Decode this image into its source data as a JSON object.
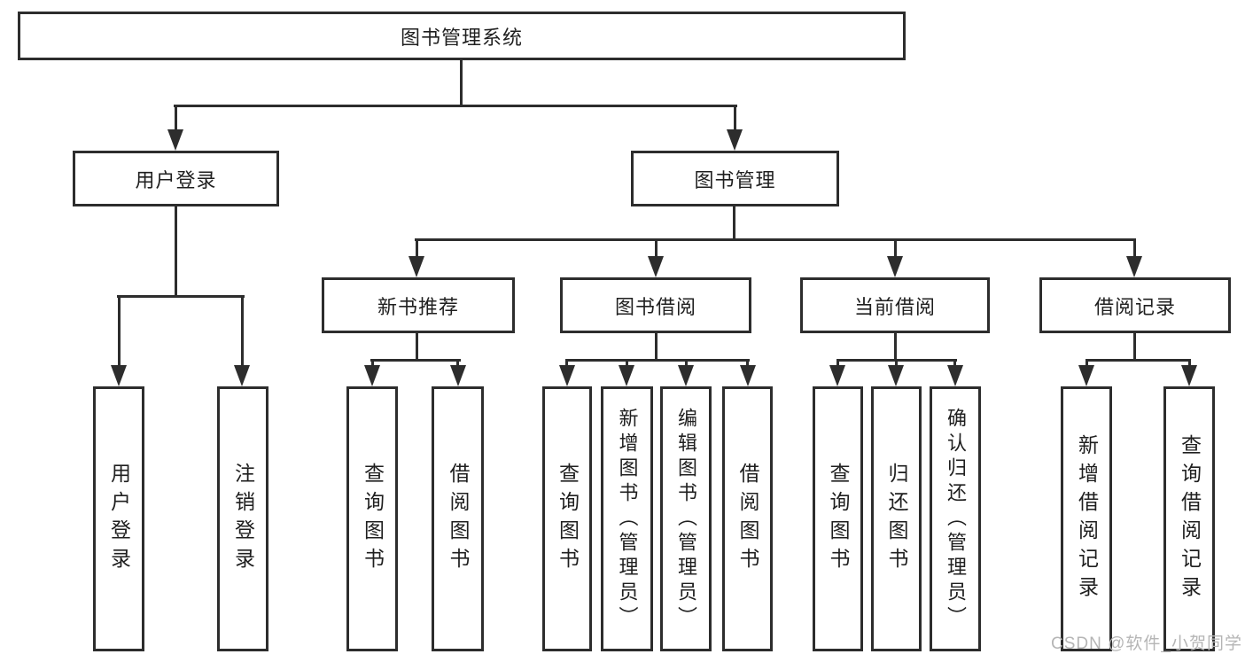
{
  "tree": {
    "label": "图书管理系统",
    "children": [
      {
        "label": "用户登录",
        "children": [
          {
            "label": "用户登录"
          },
          {
            "label": "注销登录"
          }
        ]
      },
      {
        "label": "图书管理",
        "children": [
          {
            "label": "新书推荐",
            "children": [
              {
                "label": "查询图书"
              },
              {
                "label": "借阅图书"
              }
            ]
          },
          {
            "label": "图书借阅",
            "children": [
              {
                "label": "查询图书"
              },
              {
                "label": "新增图书（管理员）"
              },
              {
                "label": "编辑图书（管理员）"
              },
              {
                "label": "借阅图书"
              }
            ]
          },
          {
            "label": "当前借阅",
            "children": [
              {
                "label": "查询图书"
              },
              {
                "label": "归还图书"
              },
              {
                "label": "确认归还（管理员）"
              }
            ]
          },
          {
            "label": "借阅记录",
            "children": [
              {
                "label": "新增借阅记录"
              },
              {
                "label": "查询借阅记录"
              }
            ]
          }
        ]
      }
    ]
  },
  "watermark": {
    "text": "CSDN @软件_小贺同学"
  },
  "colors": {
    "line": "#2d2d2d",
    "text": "#1f1f1f",
    "watermark": "#b5b5b5",
    "background": "#ffffff"
  }
}
